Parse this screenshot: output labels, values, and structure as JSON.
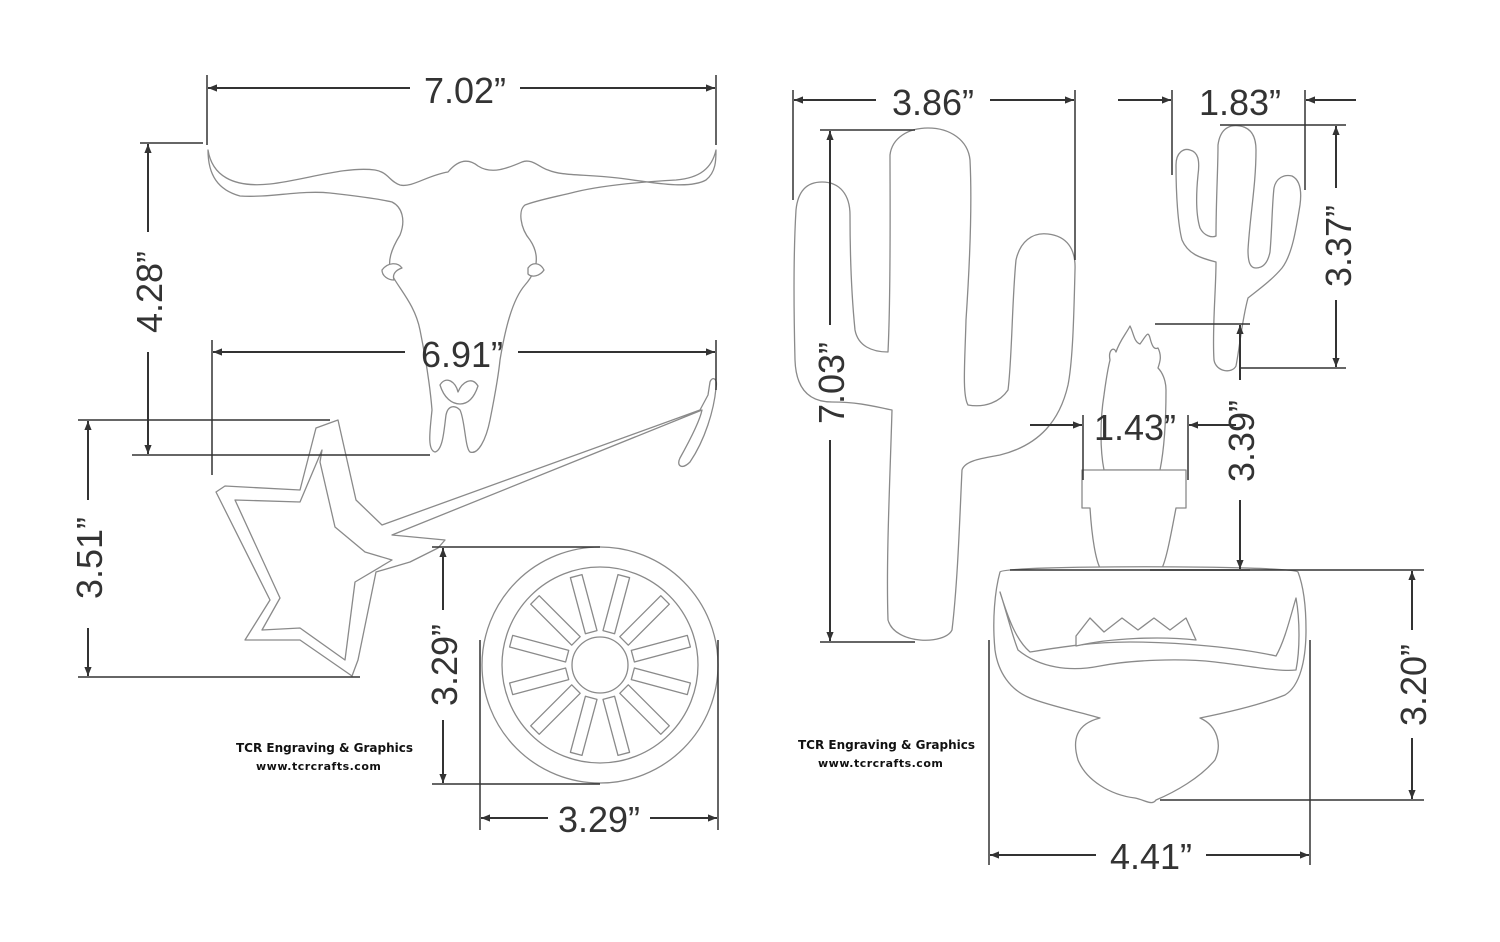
{
  "dimensions": {
    "skull_width": "7.02”",
    "skull_height": "4.28”",
    "star_width": "6.91”",
    "star_height": "3.51”",
    "wheel_height": "3.29”",
    "wheel_width": "3.29”",
    "big_cactus_width": "3.86”",
    "big_cactus_height": "7.03”",
    "small_cactus_width": "1.83”",
    "small_cactus_height": "3.37”",
    "potted_cactus_width": "1.43”",
    "potted_cactus_height": "3.39”",
    "hat_height": "3.20”",
    "hat_width": "4.41”"
  },
  "branding": {
    "left_name": "TCR Engraving & Graphics",
    "left_url": "www.tcrcrafts.com",
    "right_name": "TCR Engraving & Graphics",
    "right_url": "www.tcrcrafts.com"
  },
  "colors": {
    "outline": "#8a8a8a",
    "dimension_lines": "#333333",
    "background": "#ffffff"
  }
}
